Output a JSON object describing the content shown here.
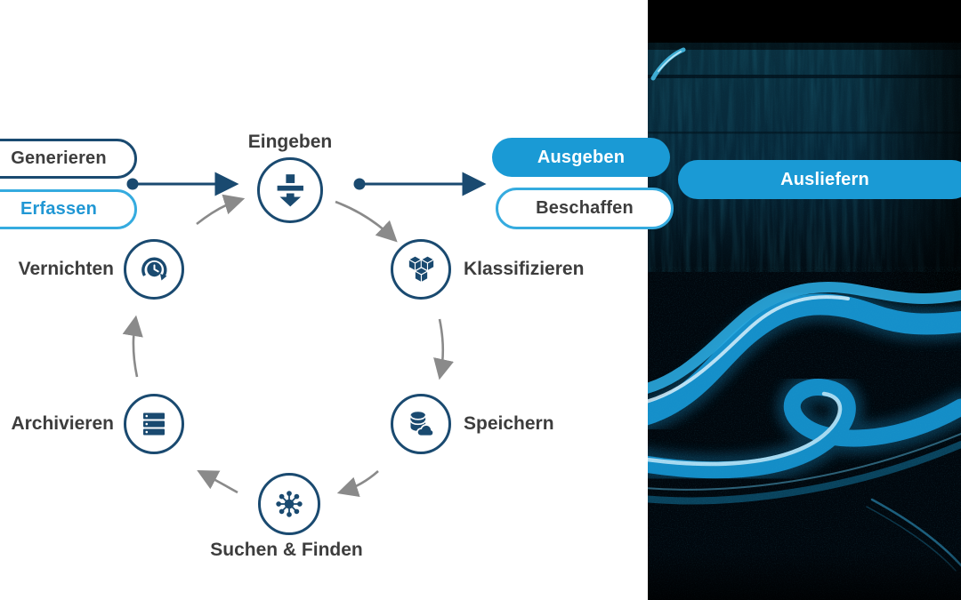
{
  "pills": {
    "generieren": {
      "label": "Generieren"
    },
    "erfassen": {
      "label": "Erfassen"
    },
    "ausgeben": {
      "label": "Ausgeben"
    },
    "beschaffen": {
      "label": "Beschaffen"
    },
    "ausliefern": {
      "label": "Ausliefern"
    }
  },
  "cycle": {
    "nodes": [
      {
        "id": "eingeben",
        "label": "Eingeben",
        "icon": "import-icon"
      },
      {
        "id": "klassifizieren",
        "label": "Klassifizieren",
        "icon": "cubes-icon"
      },
      {
        "id": "speichern",
        "label": "Speichern",
        "icon": "database-cloud-icon"
      },
      {
        "id": "suchen-finden",
        "label": "Suchen & Finden",
        "icon": "network-hub-icon"
      },
      {
        "id": "archivieren",
        "label": "Archivieren",
        "icon": "server-stack-icon"
      },
      {
        "id": "vernichten",
        "label": "Vernichten",
        "icon": "clock-history-icon"
      }
    ]
  },
  "colors": {
    "navy": "#1a4a70",
    "accent_blue": "#1a9ad5",
    "accent_blue_light": "#35abdf",
    "erfassen_text": "#2097d4",
    "text_dark": "#3d3d3d",
    "arrow_gray": "#8a8a8a",
    "trail_cyan": "#1695d2",
    "photo_background": "#01070d"
  }
}
